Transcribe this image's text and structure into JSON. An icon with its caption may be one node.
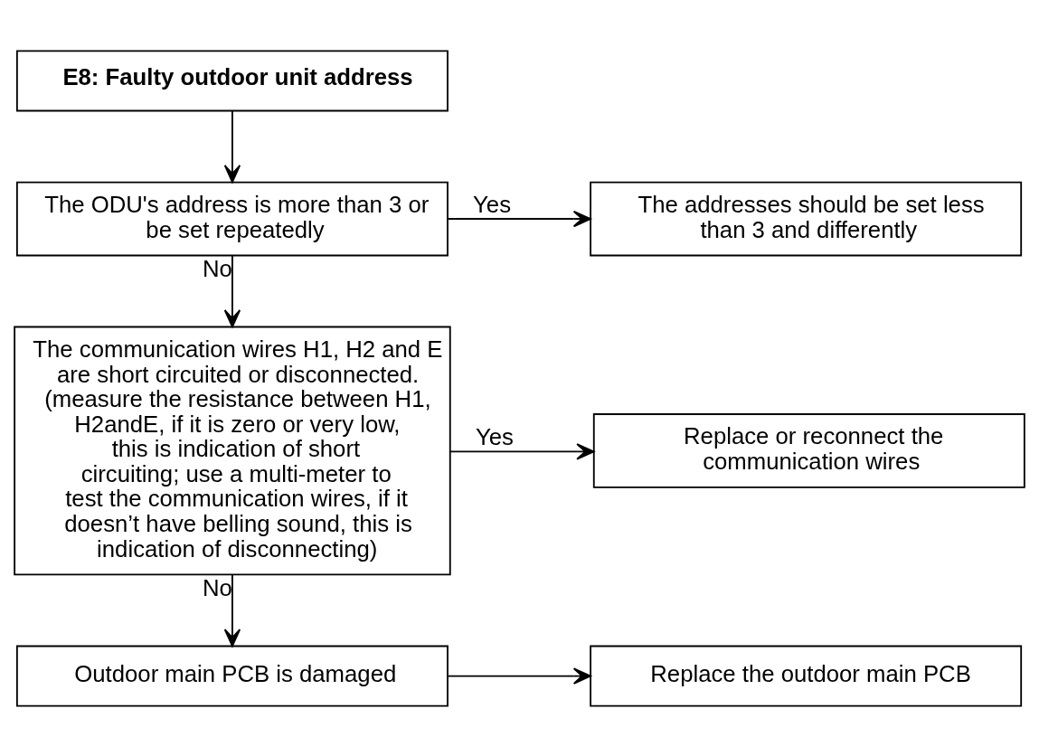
{
  "diagram": {
    "nodes": [
      {
        "text": [
          "E8: Faulty outdoor unit address"
        ]
      },
      {
        "text": [
          "The ODU's address is more than 3 or be set repeatedly"
        ]
      },
      {
        "text": [
          "The addresses should be set less than 3 and differently"
        ]
      },
      {
        "text": [
          "The communication wires H1, H2 and E are short circuited or disconnected. (measure the resistance between H1, H2andE, if it is zero or very low, this is indication of short circuiting; use a multi-meter to test the communication wires, if it doesn’t have belling sound, this is indication of disconnecting)"
        ]
      },
      {
        "text": [
          "Replace or reconnect the communication wires"
        ]
      },
      {
        "text": [
          "Outdoor main PCB is damaged"
        ]
      },
      {
        "text": [
          "Replace the outdoor main PCB"
        ]
      }
    ],
    "edges": [
      {
        "from": 0,
        "to": 1,
        "arrow": "to"
      },
      {
        "from": 1,
        "to": 2,
        "arrow": "to",
        "label": "Yes"
      },
      {
        "from": 1,
        "to": 3,
        "arrow": "to",
        "label": "No"
      },
      {
        "from": 3,
        "to": 4,
        "arrow": "to",
        "label": "Yes"
      },
      {
        "from": 3,
        "to": 5,
        "arrow": "to",
        "label": "No"
      },
      {
        "from": 5,
        "to": 6,
        "arrow": "to"
      }
    ]
  }
}
